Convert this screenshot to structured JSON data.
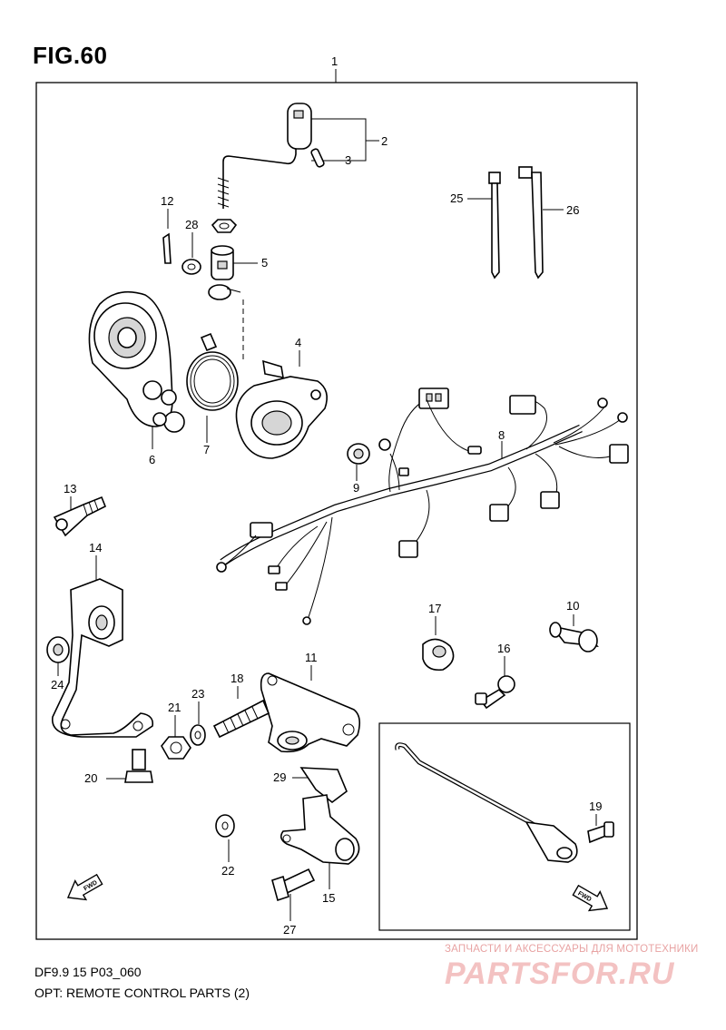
{
  "figure": {
    "title": "FIG.60",
    "code": "DF9.9 15 P03_060",
    "description": "OPT: REMOTE CONTROL PARTS (2)"
  },
  "callouts": [
    {
      "id": "1",
      "label": "1"
    },
    {
      "id": "2",
      "label": "2"
    },
    {
      "id": "3",
      "label": "3"
    },
    {
      "id": "4",
      "label": "4"
    },
    {
      "id": "5",
      "label": "5"
    },
    {
      "id": "6",
      "label": "6"
    },
    {
      "id": "7",
      "label": "7"
    },
    {
      "id": "8",
      "label": "8"
    },
    {
      "id": "9",
      "label": "9"
    },
    {
      "id": "10",
      "label": "10"
    },
    {
      "id": "11",
      "label": "11"
    },
    {
      "id": "12",
      "label": "12"
    },
    {
      "id": "13",
      "label": "13"
    },
    {
      "id": "14",
      "label": "14"
    },
    {
      "id": "15",
      "label": "15"
    },
    {
      "id": "16",
      "label": "16"
    },
    {
      "id": "17",
      "label": "17"
    },
    {
      "id": "18",
      "label": "18"
    },
    {
      "id": "19",
      "label": "19"
    },
    {
      "id": "20",
      "label": "20"
    },
    {
      "id": "21",
      "label": "21"
    },
    {
      "id": "22",
      "label": "22"
    },
    {
      "id": "23",
      "label": "23"
    },
    {
      "id": "24",
      "label": "24"
    },
    {
      "id": "25",
      "label": "25"
    },
    {
      "id": "26",
      "label": "26"
    },
    {
      "id": "27",
      "label": "27"
    },
    {
      "id": "28",
      "label": "28"
    },
    {
      "id": "29",
      "label": "29"
    }
  ],
  "fwd_marks": [
    "FWD",
    "FWD"
  ],
  "watermark": {
    "tagline": "ЗАПЧАСТИ И АКСЕССУАРЫ ДЛЯ МОТОТЕХНИКИ",
    "brand": "PARTSFOR.RU"
  }
}
